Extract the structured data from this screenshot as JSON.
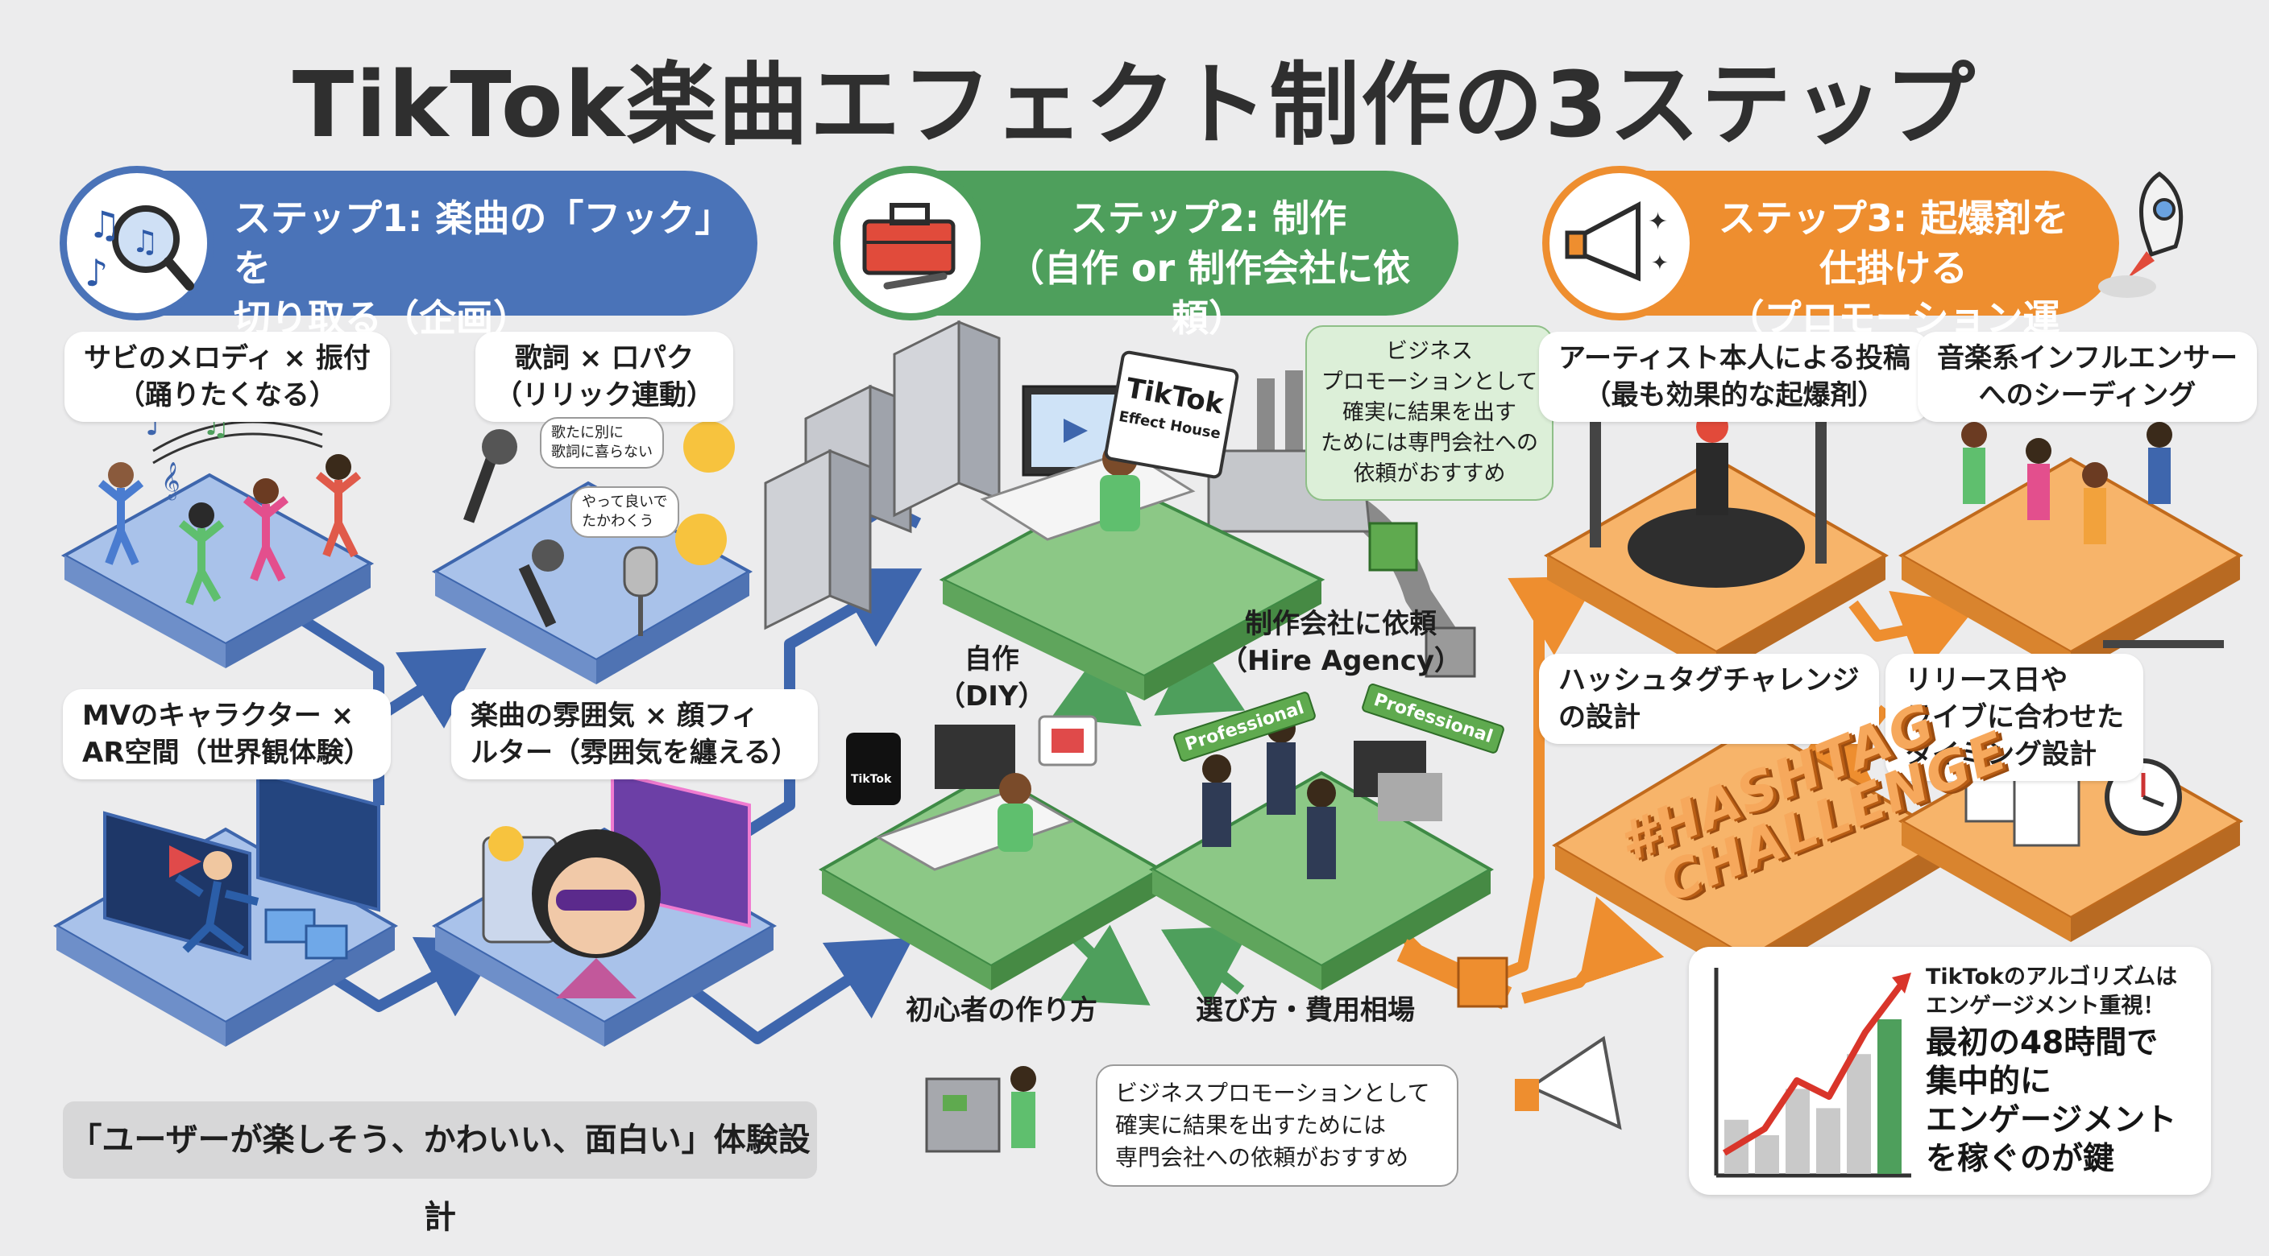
{
  "title": "TikTok楽曲エフェクト制作の3ステップ",
  "colors": {
    "step1": "#4a73b8",
    "step2": "#4e9f5c",
    "step3": "#ee8e2f"
  },
  "step1": {
    "banner": {
      "line1": "ステップ1: 楽曲の「フック」を",
      "line2": "切り取る（企画）",
      "icon": "music-search-icon"
    },
    "labels": {
      "dance": {
        "line1": "サビのメロディ × 振付",
        "line2": "（踊りたくなる）"
      },
      "lyric": {
        "line1": "歌詞 × 口パク",
        "line2": "（リリック連動）"
      },
      "mv": {
        "line1": "MVのキャラクター ×",
        "line2": "AR空間（世界観体験）"
      },
      "mood": {
        "line1": "楽曲の雰囲気 × 顔フィ",
        "line2": "ルター（雰囲気を纏える）"
      }
    },
    "speech1": {
      "line1": "歌たに別に",
      "line2": "歌詞に喜らない"
    },
    "speech2": {
      "line1": "やって良いで",
      "line2": "たかわくう"
    },
    "bottom": "「ユーザーが楽しそう、かわいい、面白い」体験設計"
  },
  "step2": {
    "banner": {
      "line1": "ステップ2: 制作",
      "line2": "（自作 or 制作会社に依頼）",
      "icon": "toolbox-icon"
    },
    "note": {
      "line1": "ビジネス",
      "line2": "プロモーションとして",
      "line3": "確実に結果を出す",
      "line4": "ためには専門会社への",
      "line5": "依頼がおすすめ"
    },
    "effect_house": {
      "line1": "TikTok",
      "line2": "Effect House"
    },
    "diy": {
      "line1": "自作",
      "line2": "（DIY）"
    },
    "agency": {
      "line1": "制作会社に依頼",
      "line2": "（Hire Agency）"
    },
    "beginner": "初心者の作り方",
    "choose": "選び方・費用相場",
    "professional_tag": "Professional",
    "tiktok_logo": "TikTok",
    "bottom_note": {
      "line1": "ビジネスプロモーションとして",
      "line2": "確実に結果を出すためには",
      "line3": "専門会社への依頼がおすすめ"
    }
  },
  "step3": {
    "banner": {
      "line1": "ステップ3: 起爆剤を仕掛ける",
      "line2": "（プロモーション運用）",
      "icon": "megaphone-icon"
    },
    "artist": {
      "line1": "アーティスト本人による投稿",
      "line2": "（最も効果的な起爆剤）"
    },
    "influencer": {
      "line1": "音楽系インフルエンサー",
      "line2": "へのシーディング"
    },
    "hashtag": {
      "line1": "ハッシュタグチャレンジ",
      "line2": "の設計"
    },
    "hashtag_sign": {
      "line1": "#HASHTAG",
      "line2": "CHALLENGE"
    },
    "timing": {
      "line1": "リリース日や",
      "line2": "ライブに合わせた",
      "line3": "タイミング設計"
    },
    "card": {
      "small_line1": "TikTokのアルゴリズムは",
      "small_line2": "エンゲージメント重視！",
      "big_line1": "最初の48時間で",
      "big_line2": "集中的に",
      "big_line3": "エンゲージメント",
      "big_line4": "を稼ぐのが鍵"
    },
    "bar_chart_values": [
      0.28,
      0.2,
      0.44,
      0.34,
      0.62,
      0.8
    ]
  }
}
